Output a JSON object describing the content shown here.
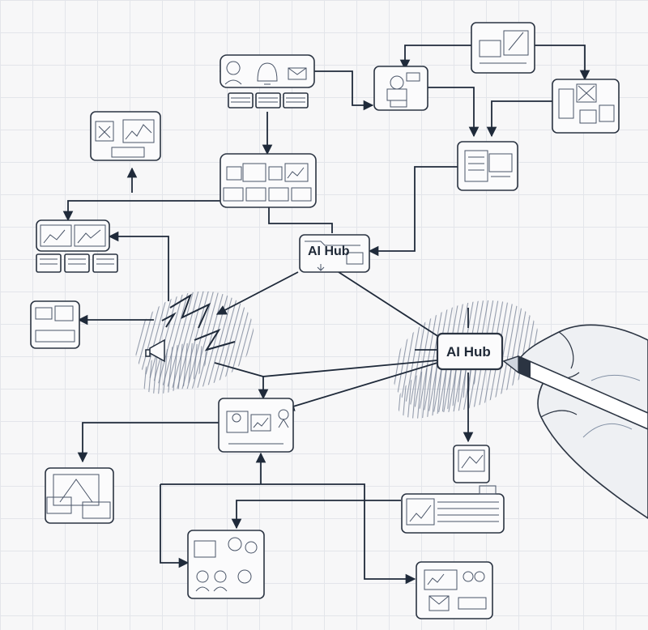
{
  "hubs": [
    {
      "label": "AI Hub"
    },
    {
      "label": "AI Hub"
    }
  ],
  "colors": {
    "ink": "#2b3442",
    "arrow": "#1f2a3a",
    "shading": "#3a4a66",
    "paper": "#f7f7f8",
    "grid": "#e3e5ea"
  },
  "icons": [
    "monitor-icon",
    "chart-icon",
    "document-icon",
    "bell-icon",
    "user-icon",
    "mail-icon",
    "camera-icon",
    "robot-icon",
    "keyboard-icon",
    "speaker-icon",
    "pen-icon",
    "hand-illustration"
  ]
}
